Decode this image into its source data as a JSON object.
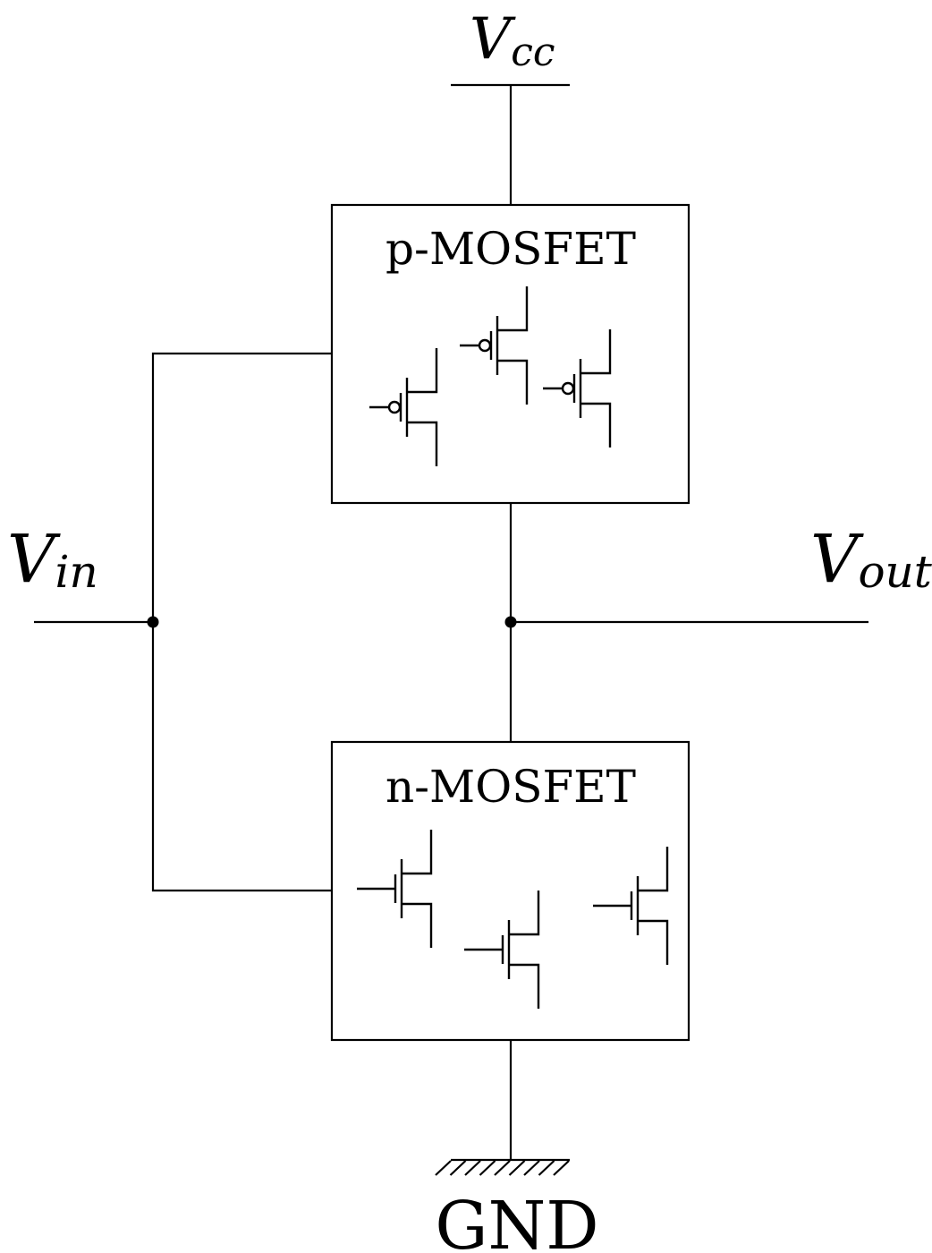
{
  "diagram": {
    "title": "CMOS logic gate block diagram",
    "colors": {
      "stroke": "#000000",
      "background": "#ffffff"
    },
    "supply": {
      "symbol": "V",
      "subscript": "cc"
    },
    "ground": {
      "label": "GND"
    },
    "input": {
      "symbol": "V",
      "subscript": "in"
    },
    "output": {
      "symbol": "V",
      "subscript": "out"
    },
    "pull_up": {
      "label": "p-MOSFET",
      "transistor_type": "pmos",
      "transistor_count": 3
    },
    "pull_down": {
      "label": "n-MOSFET",
      "transistor_type": "nmos",
      "transistor_count": 3
    },
    "junctions": [
      "input-node",
      "output-node"
    ]
  }
}
